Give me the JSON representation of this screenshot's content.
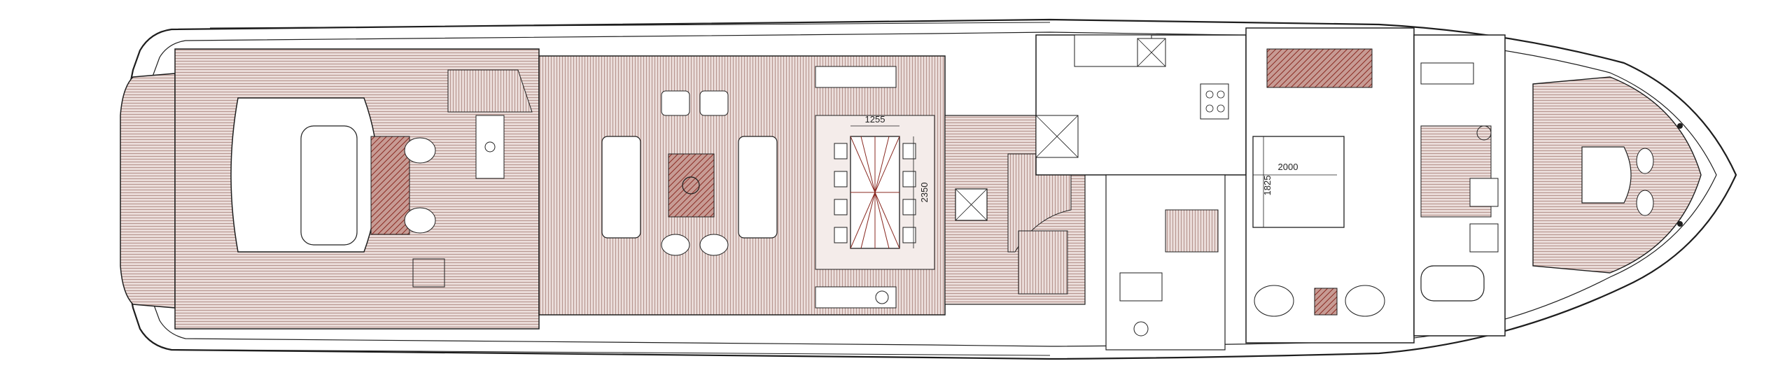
{
  "dimensions": {
    "table_width": "1255",
    "table_length": "2350",
    "bed_length": "2000",
    "bed_width": "1825"
  },
  "colors": {
    "outline": "#1e1e1e",
    "deck_teak": "#d9c3bf",
    "teak_line": "#9c6e66",
    "accent": "#8a2a22",
    "background": "#ffffff"
  },
  "icons": [
    "wheel-icon",
    "sink-icon",
    "toilet-icon",
    "cleat-icon",
    "table-icon"
  ]
}
